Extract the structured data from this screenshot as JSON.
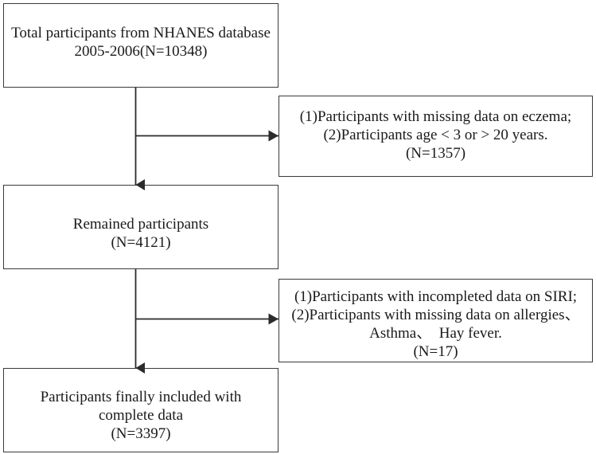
{
  "diagram": {
    "type": "participant-selection-flowchart",
    "nodes": {
      "total": "Total participants from NHANES database\n2005-2006(N=10348)",
      "exclusion_1": "(1)Participants with missing data on eczema;\n(2)Participants age < 3 or > 20 years.\n(N=1357)",
      "remained": "Remained participants\n(N=4121)",
      "exclusion_2": "(1)Participants with incompleted data on SIRI;\n(2)Participants with missing data on allergies、\nAsthma、　Hay fever.\n(N=17)",
      "included": "Participants finally included with\ncomplete data\n(N=3397)"
    },
    "counts": {
      "total": 10348,
      "excluded_1": 1357,
      "remained": 4121,
      "excluded_2": 17,
      "included": 3397
    },
    "colors": {
      "border": "#3a3a3a",
      "connector": "#2b2b2b",
      "background": "#ffffff",
      "text": "#1a1a1a"
    }
  }
}
